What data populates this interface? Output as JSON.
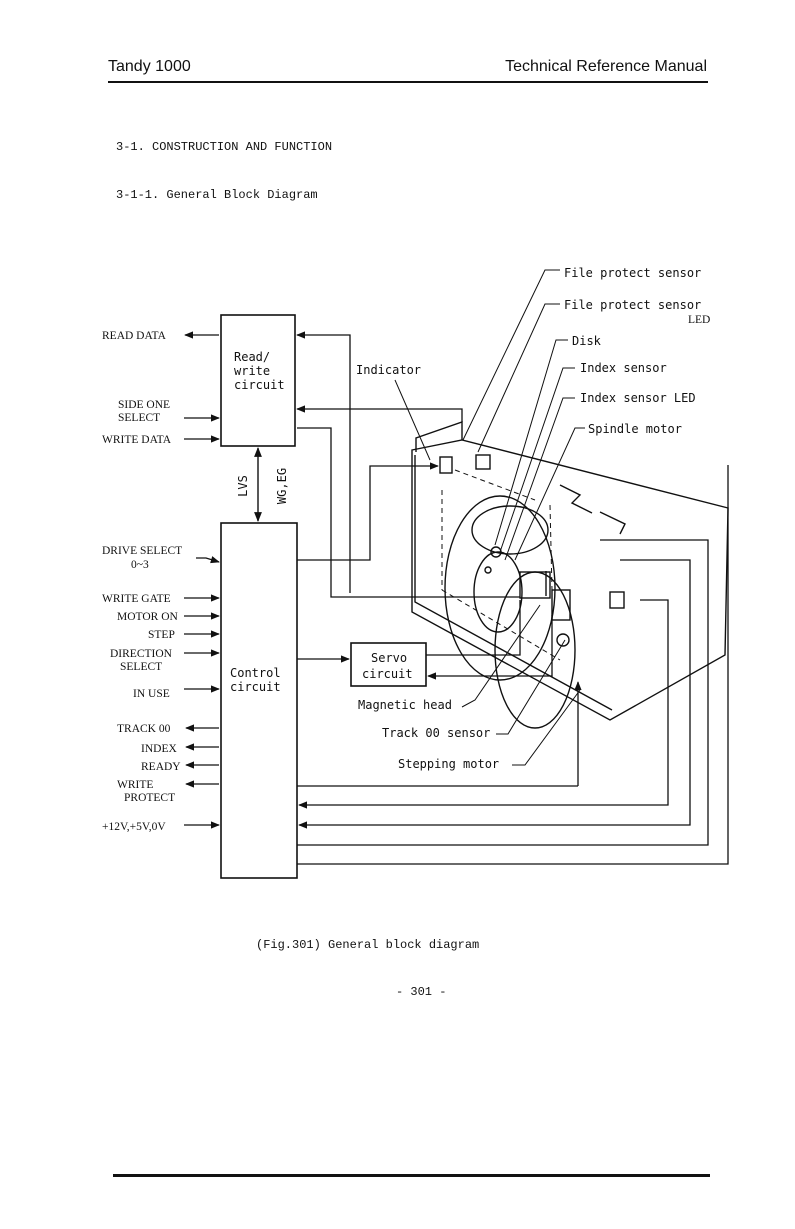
{
  "header": {
    "left": "Tandy 1000",
    "right": "Technical Reference Manual"
  },
  "section": {
    "heading": "3-1. CONSTRUCTION AND FUNCTION",
    "subheading": "3-1-1. General Block Diagram"
  },
  "diagram": {
    "read_write_block": [
      "Read/",
      "write",
      "circuit"
    ],
    "control_block": [
      "Control",
      "circuit"
    ],
    "servo_block": [
      "Servo",
      "circuit"
    ],
    "bus_labels": {
      "left": "LVS",
      "right": "WG,EG"
    },
    "signals": {
      "read_data": "READ DATA",
      "side_one": [
        "SIDE ONE",
        "SELECT"
      ],
      "write_data": "WRITE DATA",
      "drive_select": [
        "DRIVE SELECT",
        "0~3"
      ],
      "write_gate": "WRITE GATE",
      "motor_on": "MOTOR ON",
      "step": "STEP",
      "direction": [
        "DIRECTION",
        "SELECT"
      ],
      "in_use": "IN USE",
      "track00": "TRACK 00",
      "index": "INDEX",
      "ready": "READY",
      "write_protect": [
        "WRITE",
        "PROTECT"
      ],
      "power": "+12V,+5V,0V"
    },
    "parts": {
      "file_protect_sensor": "File protect sensor",
      "file_protect_led": [
        "File protect sensor",
        "LED"
      ],
      "disk": "Disk",
      "index_sensor": "Index sensor",
      "index_sensor_led": "Index sensor LED",
      "spindle_motor": "Spindle motor",
      "indicator": "Indicator",
      "magnetic_head": "Magnetic head",
      "track00_sensor": "Track 00 sensor",
      "stepping_motor": "Stepping motor"
    }
  },
  "caption": "(Fig.301) General block diagram",
  "page_number": "- 301 -"
}
